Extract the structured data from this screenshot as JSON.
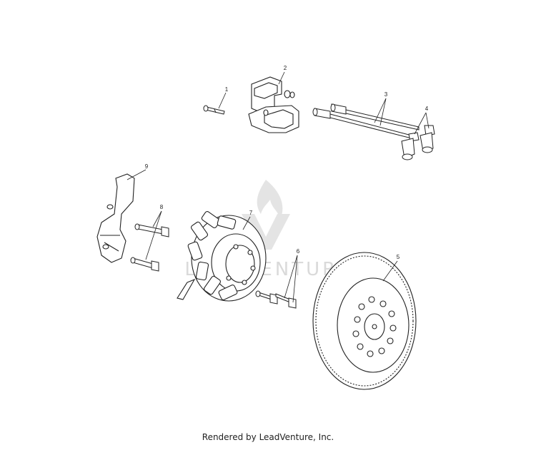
{
  "watermark": {
    "text": "LEADVENTURE"
  },
  "callouts": [
    {
      "id": "1",
      "label": "1"
    },
    {
      "id": "2",
      "label": "2"
    },
    {
      "id": "3",
      "label": "3"
    },
    {
      "id": "4",
      "label": "4"
    },
    {
      "id": "5",
      "label": "5"
    },
    {
      "id": "6",
      "label": "6"
    },
    {
      "id": "7",
      "label": "7"
    },
    {
      "id": "8",
      "label": "8"
    },
    {
      "id": "9",
      "label": "9"
    }
  ],
  "footer": {
    "text": "Rendered by LeadVenture, Inc."
  }
}
